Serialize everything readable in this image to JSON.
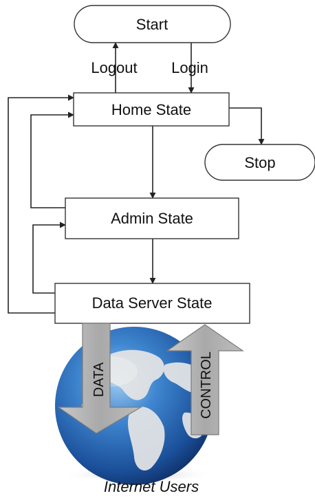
{
  "nodes": {
    "start": "Start",
    "home": "Home State",
    "stop": "Stop",
    "admin": "Admin State",
    "data_server": "Data Server State"
  },
  "edges": {
    "logout": "Logout",
    "login": "Login"
  },
  "arrows": {
    "data": "DATA",
    "control": "CONTROL"
  },
  "caption": "Internet Users",
  "colors": {
    "line": "#222222",
    "box_border": "#333333",
    "arrow_fill": "#b3b3b3",
    "arrow_border": "#7a7a7a",
    "globe_ocean": "#1f5fae",
    "globe_land": "#e6e6e6"
  }
}
